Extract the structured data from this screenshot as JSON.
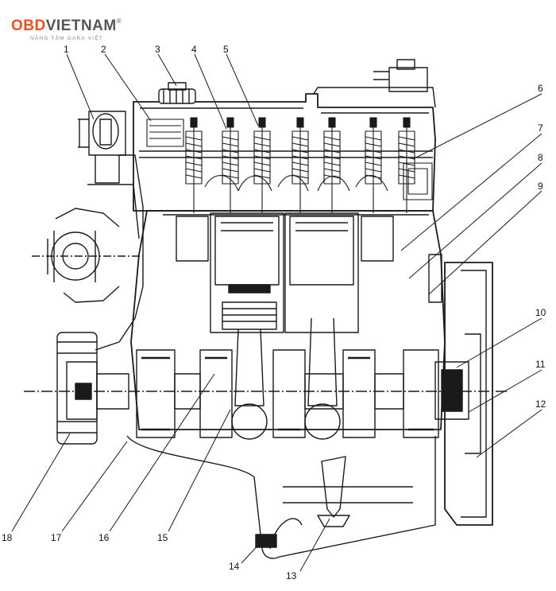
{
  "logo": {
    "brand": "OBD",
    "name": "VIETNAM",
    "trademark": "®",
    "tagline": "NÂNG TẦM GARA VIỆT",
    "accent": "#e8501c"
  },
  "callouts": [
    "1",
    "2",
    "3",
    "4",
    "5",
    "6",
    "7",
    "8",
    "9",
    "10",
    "11",
    "12",
    "13",
    "14",
    "15",
    "16",
    "17",
    "18"
  ]
}
